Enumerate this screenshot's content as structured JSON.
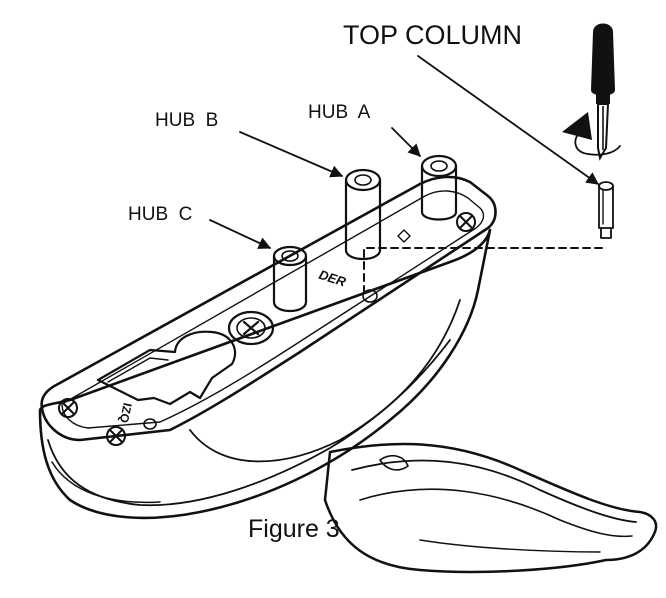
{
  "labels": {
    "top_column": "TOP COLUMN",
    "hub_a": "HUB  A",
    "hub_b": "HUB  B",
    "hub_c": "HUB  C",
    "der": "DER",
    "izq": "IZQ"
  },
  "caption": "Figure 3"
}
